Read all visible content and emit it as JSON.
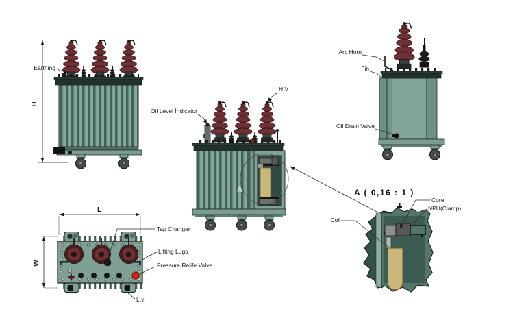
{
  "colors": {
    "background": "#ffffff",
    "tank_green": "#82a496",
    "fin_dark": "#426258",
    "lid_dark": "#223129",
    "bushing_maroon": "#6e3136",
    "coil_tan": "#c9b77c",
    "valve_red": "#cf2318",
    "detail_teal": "#547568",
    "line": "#1a1a1a"
  },
  "front_view": {
    "earthing_label": "Earthing",
    "height_dim": "H"
  },
  "section_view": {
    "hv_label": "H.V",
    "oil_level_label": "Oil Level İndicator",
    "detail_marker": "A"
  },
  "side_view": {
    "arc_horn_label": "Arc Horn",
    "fin_label": "Fin",
    "oil_drain_label": "Oil Drain Valve"
  },
  "top_view": {
    "tap_changer_label": "Tap Changer",
    "lifting_lugs_label": "Lifting Lugs",
    "pressure_valve_label": "Pressure Relife Valve",
    "lv_label": "L.v",
    "length_dim": "L",
    "width_dim": "W"
  },
  "detail_view": {
    "title": "A ( 0,16 : 1 )",
    "core_label": "Core",
    "npu_label": "NPU(Clamp)",
    "coil_label": "Coil"
  }
}
